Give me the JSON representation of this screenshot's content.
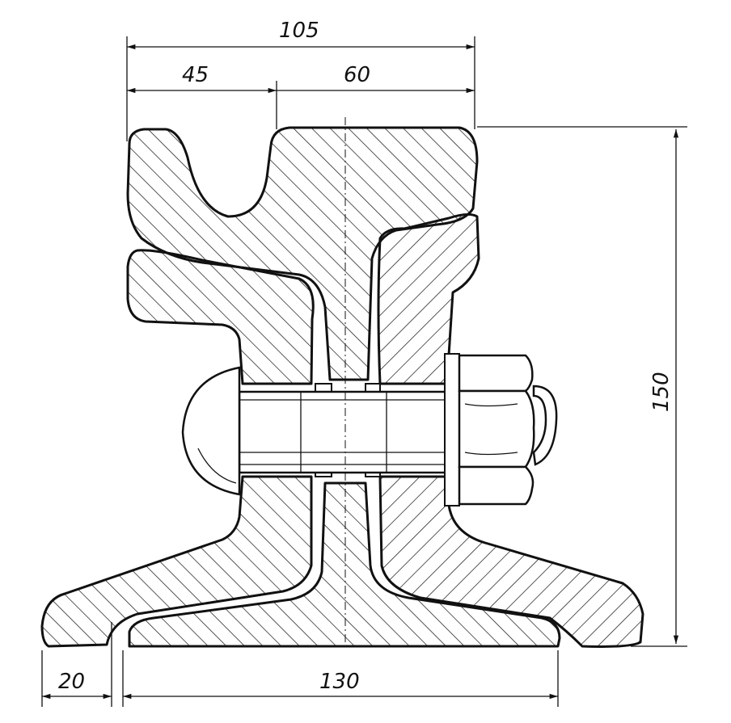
{
  "dimensions": {
    "total_width": "105",
    "left_width": "45",
    "right_width": "60",
    "height": "150",
    "foot_offset": "20",
    "base_width": "130"
  },
  "colors": {
    "ink": "#111111",
    "paper": "#ffffff"
  }
}
